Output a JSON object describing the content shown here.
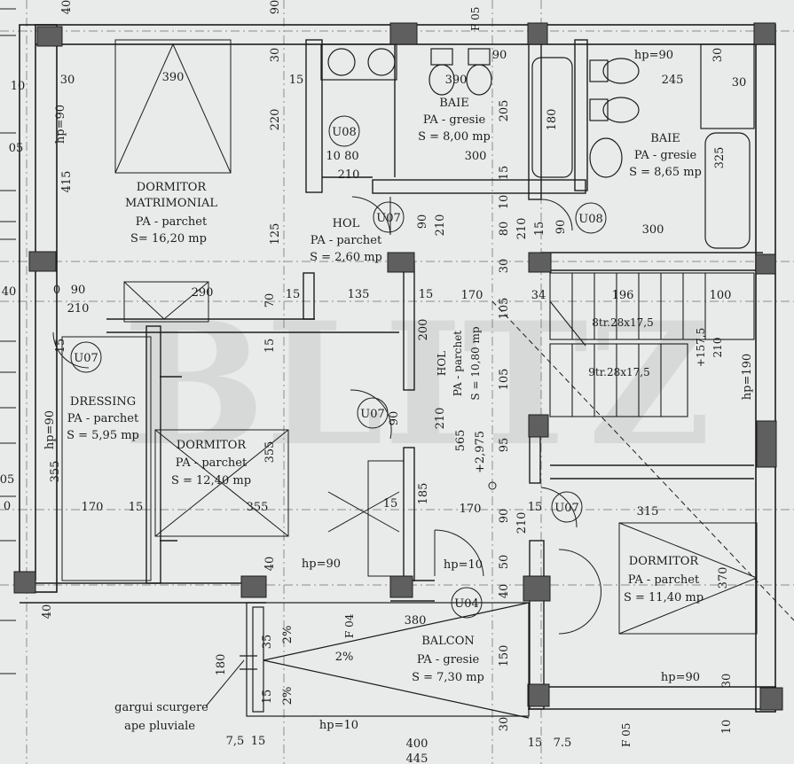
{
  "colors": {
    "paper": "#e9ebea",
    "ink": "#1c1c1c",
    "column": "#5f5f5f",
    "grid": "#8a8c8c",
    "watermark": "#c9cccc"
  },
  "watermark": "BLITZ",
  "rooms": {
    "dormitor_matrimonial": {
      "l1": "DORMITOR",
      "l2": "MATRIMONIAL",
      "l3": "PA - parchet",
      "l4": "S= 16,20 mp"
    },
    "baie1": {
      "l1": "BAIE",
      "l2": "PA - gresie",
      "l3": "S = 8,00 mp"
    },
    "baie2": {
      "l1": "BAIE",
      "l2": "PA - gresie",
      "l3": "S = 8,65 mp"
    },
    "hol1": {
      "l1": "HOL",
      "l2": "PA - parchet",
      "l3": "S = 2,60 mp"
    },
    "hol2": {
      "l1": "HOL",
      "l2": "PA - parchet",
      "l3": "S = 10,80 mp"
    },
    "dressing": {
      "l1": "DRESSING",
      "l2": "PA - parchet",
      "l3": "S = 5,95 mp"
    },
    "dormitor2": {
      "l1": "DORMITOR",
      "l2": "PA - parchet",
      "l3": "S = 12,40 mp"
    },
    "dormitor3": {
      "l1": "DORMITOR",
      "l2": "PA - parchet",
      "l3": "S = 11,40 mp"
    },
    "balcon": {
      "l1": "BALCON",
      "l2": "PA - gresie",
      "l3": "S = 7,30 mp"
    }
  },
  "doors": {
    "u08a": "U08",
    "u08b": "U08",
    "u07a": "U07",
    "u07b": "U07",
    "u07c": "U07",
    "u07d": "U07",
    "u04": "U04"
  },
  "stairs": {
    "flight1": "8tr.28x17,5",
    "flight2": "9tr.28x17,5",
    "ref1": "+157,5",
    "ref2": "210"
  },
  "elevation": "+2,975",
  "slopes": {
    "s1": "2%",
    "s2": "2%",
    "s3": "2%"
  },
  "gutter": {
    "l1": "gargui scurgere",
    "l2": "ape pluviale"
  },
  "windows": {
    "f05a": "F 05",
    "f04": "F 04",
    "f05b": "F 05"
  },
  "dims": {
    "d40top": "40",
    "d10a": "10",
    "d30a": "30",
    "d390a": "390",
    "d15a": "15",
    "d30b": "30",
    "d90a": "90",
    "d390b": "390",
    "d90b": "90",
    "d245": "245",
    "d30c": "30",
    "d30d": "30",
    "dhp90a": "hp=90",
    "d415": "415",
    "d220": "220",
    "d205": "205",
    "d180": "180",
    "d325": "325",
    "d1080": "10 80",
    "d210a": "210",
    "d300a": "300",
    "d15b": "15",
    "d10b": "10",
    "d90c": "90",
    "d210b": "210",
    "d80": "80",
    "d210c": "210",
    "d15c": "15",
    "d90d": "90",
    "d300b": "300",
    "d125": "125",
    "d30e": "30",
    "d40b": "40",
    "d0": "0",
    "d90e": "90",
    "d210d": "210",
    "d290": "290",
    "d15d": "15",
    "d135": "135",
    "d15e": "15",
    "d170a": "170",
    "d34": "34",
    "d196": "196",
    "d100": "100",
    "d05a": "05",
    "d70": "70",
    "d200": "200",
    "d105a": "105",
    "d15f": "15",
    "d15g": "15",
    "d105b": "105",
    "dhp190": "hp=190",
    "dhp90b": "hp=90",
    "d355a": "355",
    "d170b": "170",
    "d15h": "15",
    "d355b": "355",
    "d355c": "355",
    "d90f": "90",
    "d210e": "210",
    "d565": "565",
    "d95": "95",
    "d15i": "15",
    "d185": "185",
    "d170c": "170",
    "d90g": "90",
    "d210f": "210",
    "d15j": "15",
    "d315": "315",
    "d40c": "40",
    "dhp90c": "hp=90",
    "dhp10a": "hp=10",
    "d50": "50",
    "d40d": "40",
    "d370": "370",
    "d40e": "40",
    "d380": "380",
    "d180b": "180",
    "d35": "35",
    "d15k": "15",
    "d150": "150",
    "d30f": "30",
    "dhp90d": "hp=90",
    "d30g": "30",
    "dhp10b": "hp=10",
    "d10c": "10",
    "d75a": "7,5",
    "d15l": "15",
    "d400": "400",
    "d445": "445",
    "d15m": "15",
    "d75b": "7.5",
    "d05b": "05",
    "d0b": "0"
  }
}
